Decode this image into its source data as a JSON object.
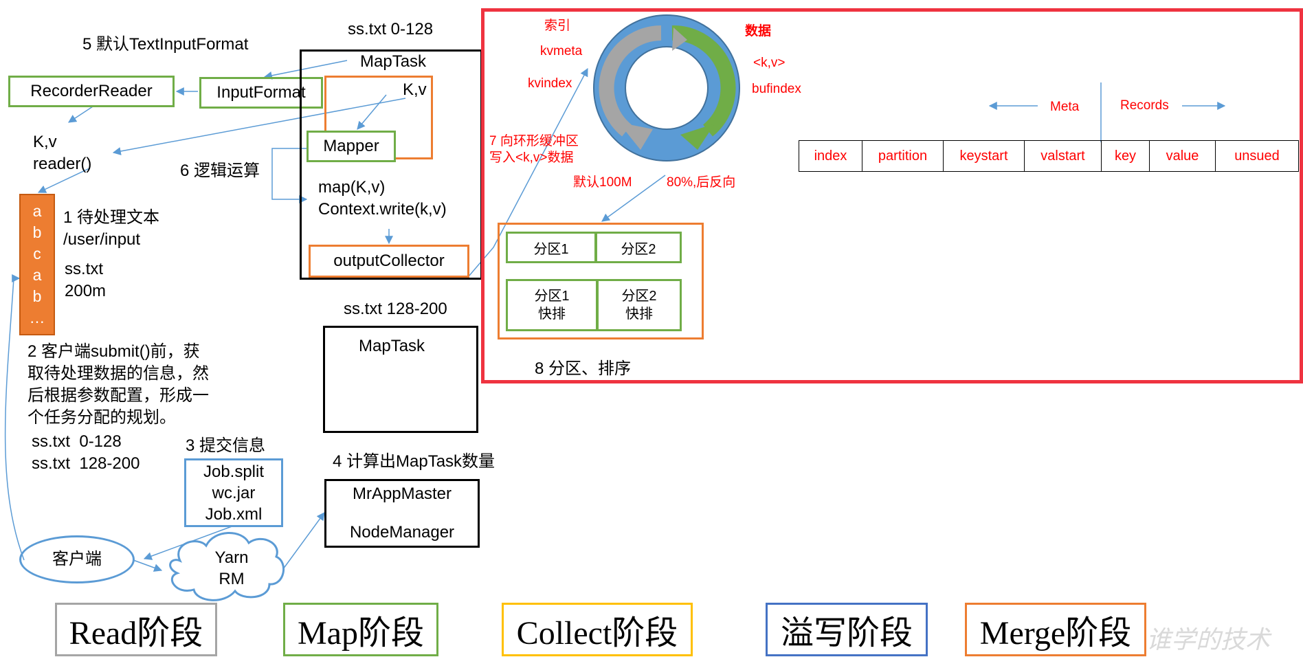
{
  "split_top": {
    "label": "ss.txt 0-128"
  },
  "split_bottom": {
    "label": "ss.txt 128-200"
  },
  "maptask_top": {
    "title": "MapTask",
    "kv": "K,v",
    "mapper": "Mapper",
    "map_call": "map(K,v)",
    "context_write": "Context.write(k,v)",
    "output_collector": "outputCollector"
  },
  "maptask_bottom": {
    "title": "MapTask"
  },
  "step5": "5 默认TextInputFormat",
  "recorder_reader": "RecorderReader",
  "input_format": "InputFormat",
  "reader_kv": "K,v",
  "reader_call": "reader()",
  "step6": "6 逻辑运算",
  "file_chars": [
    "a",
    "b",
    "c",
    "a",
    "b",
    "…"
  ],
  "step1": {
    "title": "1 待处理文本",
    "path": "/user/input",
    "file": "ss.txt",
    "size": "200m"
  },
  "step2": [
    "2 客户端submit()前，获",
    "取待处理数据的信息，然",
    "后根据参数配置，形成一",
    "个任务分配的规划。"
  ],
  "plan": [
    "ss.txt  0-128",
    "ss.txt  128-200"
  ],
  "step3": {
    "title": "3 提交信息",
    "files": [
      "Job.split",
      "wc.jar",
      "Job.xml"
    ]
  },
  "step4": "4 计算出MapTask数量",
  "app_master": {
    "line1": "MrAppMaster",
    "line2": "NodeManager"
  },
  "client": "客户端",
  "yarn": {
    "line1": "Yarn",
    "line2": "RM"
  },
  "buffer": {
    "index_label": "索引",
    "data_label": "数据",
    "kvmeta": "kvmeta",
    "kvindex": "kvindex",
    "kv": "<k,v>",
    "bufindex": "bufindex",
    "step7": [
      "7 向环形缓冲区",
      "写入<k,v>数据"
    ],
    "default_size": "默认100M",
    "threshold": "80%,后反向",
    "meta": "Meta",
    "records": "Records",
    "record_fields": [
      "index",
      "partition",
      "keystart",
      "valstart",
      "key",
      "value",
      "unsued"
    ],
    "partitions": [
      "分区1",
      "分区2"
    ],
    "sorted_partitions": [
      {
        "name": "分区1",
        "note": "快排"
      },
      {
        "name": "分区2",
        "note": "快排"
      }
    ],
    "step8": "8 分区、排序"
  },
  "phases": [
    "Read阶段",
    "Map阶段",
    "Collect阶段",
    "溢写阶段",
    "Merge阶段"
  ],
  "watermark": "谁学的技术",
  "colors": {
    "green": "#70ad47",
    "orange": "#ed7d31",
    "blue": "#5b9bd5",
    "red": "#ff0000",
    "gray": "#a5a5a5",
    "gold": "#ffc000",
    "cobalt": "#4472c4"
  }
}
